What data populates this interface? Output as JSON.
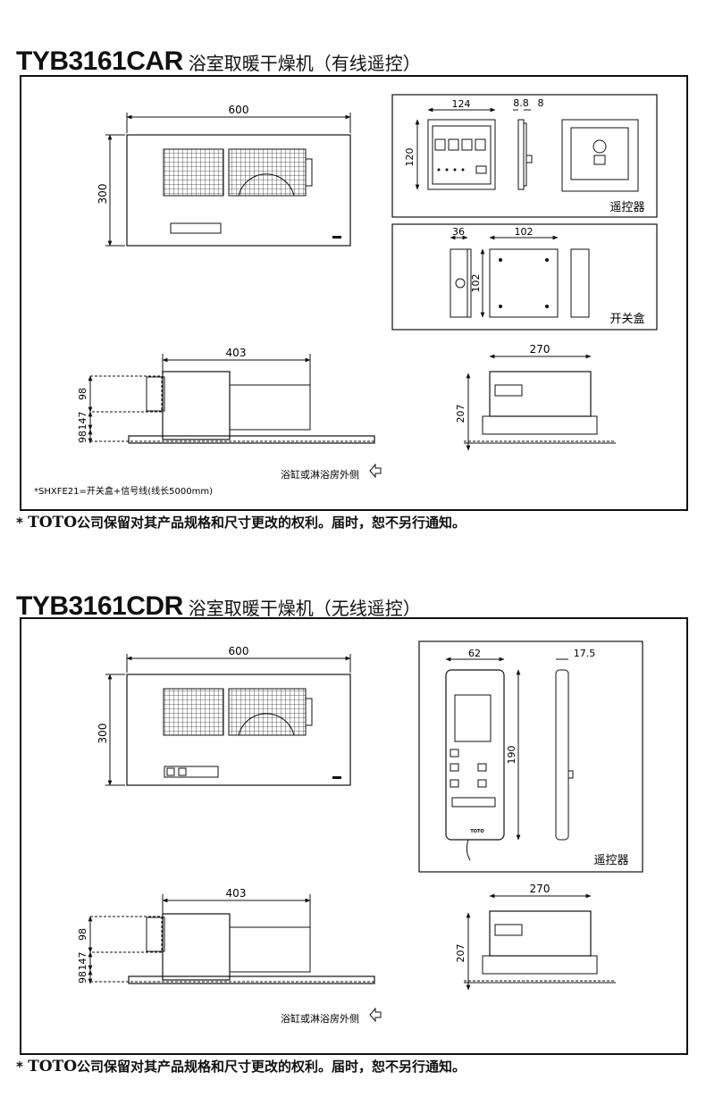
{
  "sections": [
    {
      "model": "TYB3161CAR",
      "desc": "浴室取暖干燥机（有线遥控）",
      "dims": {
        "top_w": "600",
        "top_h": "300",
        "rc_w": "124",
        "rc_h": "120",
        "rc_d1": "8.8",
        "rc_d2": "8",
        "box_d": "36",
        "box_w": "102",
        "box_h": "102",
        "side_w": "403",
        "d98a": "98",
        "d147": "147",
        "d98b": "98",
        "front_w": "270",
        "front_h": "207"
      },
      "rc_label": "遥控器",
      "box_label": "开关盒",
      "note": "*SHXFE21=开关盒+信号线(线长5000mm)",
      "bath_label": "浴缸或淋浴房外侧",
      "footnote_mark": "*",
      "footnote_brand": "TOTO",
      "footnote": "公司保留对其产品规格和尺寸更改的权利。届时，恕不另行通知。"
    },
    {
      "model": "TYB3161CDR",
      "desc": "浴室取暖干燥机（无线遥控）",
      "dims": {
        "top_w": "600",
        "top_h": "300",
        "rc_w": "62",
        "rc_d": "17.5",
        "rc_h": "190",
        "side_w": "403",
        "d98a": "98",
        "d147": "147",
        "d98b": "98",
        "front_w": "270",
        "front_h": "207"
      },
      "rc_label": "遥控器",
      "rc_brand": "TOTO",
      "bath_label": "浴缸或淋浴房外侧",
      "footnote_mark": "*",
      "footnote_brand": "TOTO",
      "footnote": "公司保留对其产品规格和尺寸更改的权利。届时，恕不另行通知。"
    }
  ]
}
